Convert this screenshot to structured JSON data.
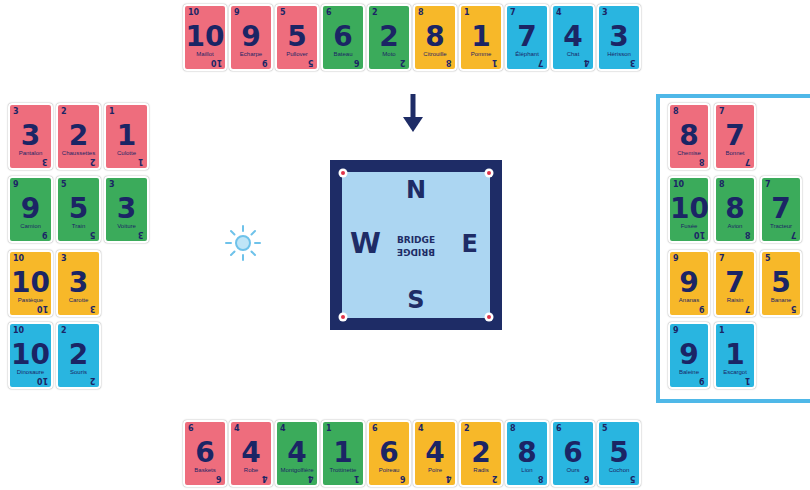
{
  "diagram": {
    "nodes": [
      {
        "text": [
          "10",
          "10",
          "10",
          "Maillot"
        ]
      },
      {
        "text": [
          "9",
          "9",
          "9",
          "Echarpe"
        ]
      },
      {
        "text": [
          "5",
          "5",
          "5",
          "Pullover"
        ]
      },
      {
        "text": [
          "6",
          "6",
          "6",
          "Bateau"
        ]
      },
      {
        "text": [
          "2",
          "2",
          "2",
          "Moto"
        ]
      },
      {
        "text": [
          "8",
          "8",
          "8",
          "Citrouille"
        ]
      },
      {
        "text": [
          "1",
          "1",
          "1",
          "Pomme"
        ]
      },
      {
        "text": [
          "7",
          "7",
          "7",
          "Éléphant"
        ]
      },
      {
        "text": [
          "4",
          "4",
          "4",
          "Chat"
        ]
      },
      {
        "text": [
          "3",
          "3",
          "3",
          "Hérisson"
        ]
      },
      {
        "text": [
          "3",
          "3",
          "3",
          "Pantalon"
        ]
      },
      {
        "text": [
          "2",
          "2",
          "2",
          "Chaussettes"
        ]
      },
      {
        "text": [
          "1",
          "1",
          "1",
          "Culotte"
        ]
      },
      {
        "text": [
          "9",
          "9",
          "9",
          "Camion"
        ]
      },
      {
        "text": [
          "5",
          "5",
          "5",
          "Train"
        ]
      },
      {
        "text": [
          "3",
          "3",
          "3",
          "Voiture"
        ]
      },
      {
        "text": [
          "10",
          "10",
          "10",
          "Pastèque"
        ]
      },
      {
        "text": [
          "3",
          "3",
          "3",
          "Carotte"
        ]
      },
      {
        "text": [
          "10",
          "10",
          "10",
          "Dinosaure"
        ]
      },
      {
        "text": [
          "2",
          "2",
          "2",
          "Souris"
        ]
      },
      {
        "text": [
          "N",
          "W",
          "E",
          "S",
          "BRIDGE",
          "BRIDGE"
        ]
      },
      {
        "text": [
          "8",
          "8",
          "8",
          "Chemise"
        ]
      },
      {
        "text": [
          "7",
          "7",
          "7",
          "Bonnet"
        ]
      },
      {
        "text": [
          "10",
          "10",
          "10",
          "Fusée"
        ]
      },
      {
        "text": [
          "8",
          "8",
          "8",
          "Avion"
        ]
      },
      {
        "text": [
          "7",
          "7",
          "7",
          "Tracteur"
        ]
      },
      {
        "text": [
          "9",
          "9",
          "9",
          "Ananas"
        ]
      },
      {
        "text": [
          "7",
          "7",
          "7",
          "Raisin"
        ]
      },
      {
        "text": [
          "5",
          "5",
          "5",
          "Banane"
        ]
      },
      {
        "text": [
          "9",
          "9",
          "9",
          "Baleine"
        ]
      },
      {
        "text": [
          "1",
          "1",
          "1",
          "Escargot"
        ]
      },
      {
        "text": [
          "6",
          "6",
          "6",
          "Baskets"
        ]
      },
      {
        "text": [
          "4",
          "4",
          "4",
          "Robe"
        ]
      },
      {
        "text": [
          "4",
          "4",
          "4",
          "Montgolfière"
        ]
      },
      {
        "text": [
          "1",
          "1",
          "1",
          "Trottinette"
        ]
      },
      {
        "text": [
          "6",
          "6",
          "6",
          "Poireau"
        ]
      },
      {
        "text": [
          "4",
          "4",
          "4",
          "Poire"
        ]
      },
      {
        "text": [
          "2",
          "2",
          "2",
          "Radis"
        ]
      },
      {
        "text": [
          "8",
          "8",
          "8",
          "Lion"
        ]
      },
      {
        "text": [
          "6",
          "6",
          "6",
          "Ours"
        ]
      },
      {
        "text": [
          "5",
          "5",
          "5",
          "Cochon"
        ]
      }
    ]
  }
}
